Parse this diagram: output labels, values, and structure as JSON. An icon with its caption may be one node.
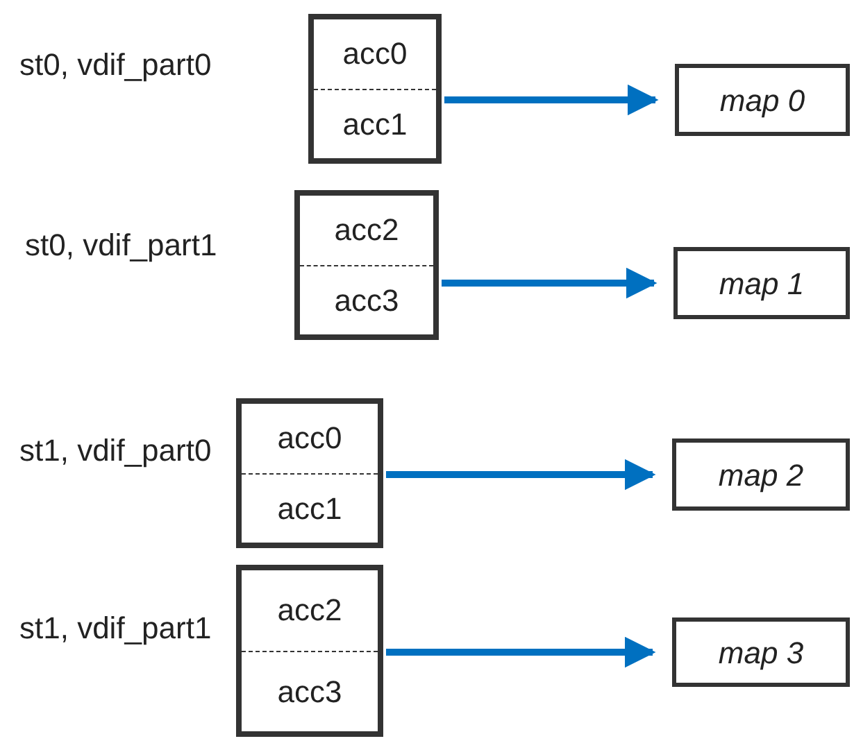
{
  "diagram": {
    "nodes": [
      {
        "text": [
          "acc0",
          "acc1"
        ],
        "beside": [
          "st0, vdif_part0"
        ]
      },
      {
        "text": [
          "map 0"
        ]
      },
      {
        "text": [
          "acc2",
          "acc3"
        ],
        "beside": [
          "st0, vdif_part1"
        ]
      },
      {
        "text": [
          "map 1"
        ]
      },
      {
        "text": [
          "acc0",
          "acc1"
        ],
        "beside": [
          "st1, vdif_part0"
        ]
      },
      {
        "text": [
          "map 2"
        ]
      },
      {
        "text": [
          "acc2",
          "acc3"
        ],
        "beside": [
          "st1, vdif_part1"
        ]
      },
      {
        "text": [
          "map 3"
        ]
      }
    ],
    "edges": [
      {
        "from": 0,
        "to": 1,
        "arrow": "to"
      },
      {
        "from": 2,
        "to": 3,
        "arrow": "to"
      },
      {
        "from": 4,
        "to": 5,
        "arrow": "to"
      },
      {
        "from": 6,
        "to": 7,
        "arrow": "to"
      }
    ]
  }
}
